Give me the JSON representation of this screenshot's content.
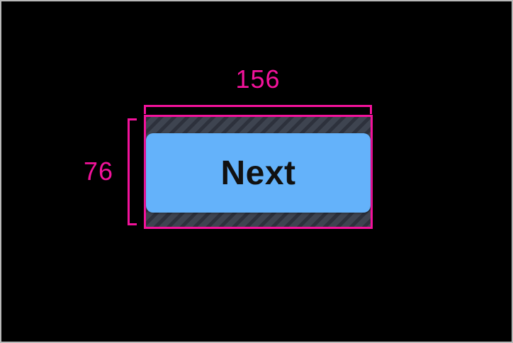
{
  "annotation": {
    "width_label": "156",
    "height_label": "76"
  },
  "button": {
    "label": "Next"
  },
  "colors": {
    "background": "#000000",
    "frame_border": "#b9b9b9",
    "measure_pink": "#f3129b",
    "button_blue": "#64b2fa",
    "button_text": "#111111",
    "hatch_base": "#3e4450",
    "hatch_stripe": "#2d313c"
  }
}
